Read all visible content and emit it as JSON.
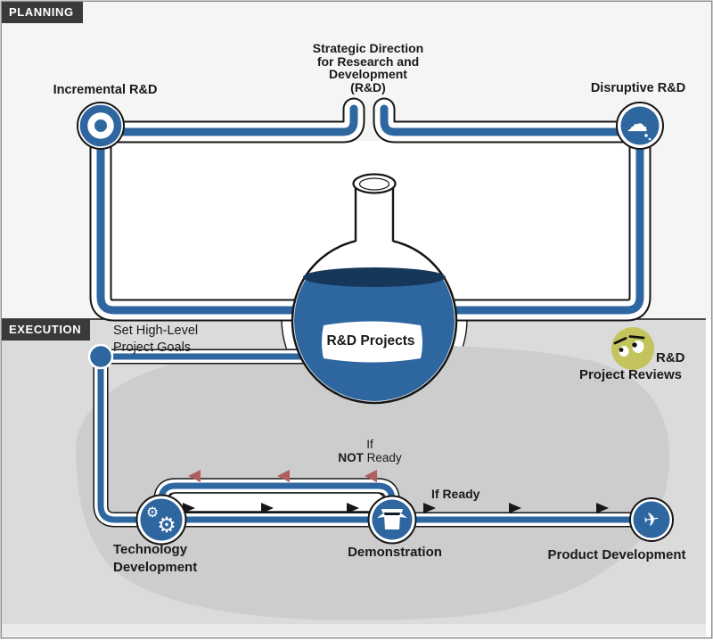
{
  "window": {
    "planning_label": "PLANNING",
    "execution_label": "EXECUTION"
  },
  "planning": {
    "strategic_direction": "Strategic Direction\nfor Research and\nDevelopment\n(R&D)",
    "incremental_label": "Incremental R&D",
    "disruptive_label": "Disruptive R&D",
    "flask_label": "R&D Projects",
    "cloud_glyph": "☁",
    "icons": {
      "incremental": "bullseye-icon",
      "disruptive": "cloud-icon",
      "flask": "round-bottom-flask-icon"
    }
  },
  "execution": {
    "set_goals_label": "Set High-Level\nProject Goals",
    "reviews": {
      "line1": "R&D",
      "line2": "Project Reviews",
      "icon": "skeptical-face-icon"
    },
    "branch": {
      "not_ready_line1": "If",
      "not_ready_bold": "NOT",
      "not_ready_rest": " Ready",
      "ready_label": "If Ready"
    },
    "nodes": [
      {
        "id": "technology",
        "label": "Technology\nDevelopment",
        "icon": "gears-icon",
        "glyph": "⚙"
      },
      {
        "id": "demonstration",
        "label": "Demonstration",
        "icon": "open-box-icon",
        "glyph": ""
      },
      {
        "id": "product",
        "label": "Product Development",
        "icon": "airplane-icon",
        "glyph": "✈"
      }
    ]
  },
  "colors": {
    "pipe_blue": "#2e66a0",
    "liquid_surface": "#16365a",
    "execution_bg": "#dbdbdb",
    "shadow_blob": "#cdcdcd",
    "section_label_bg": "#3a3a3a",
    "return_arrow_red": "#b05e5e",
    "face_yellow": "#c4c45e"
  }
}
